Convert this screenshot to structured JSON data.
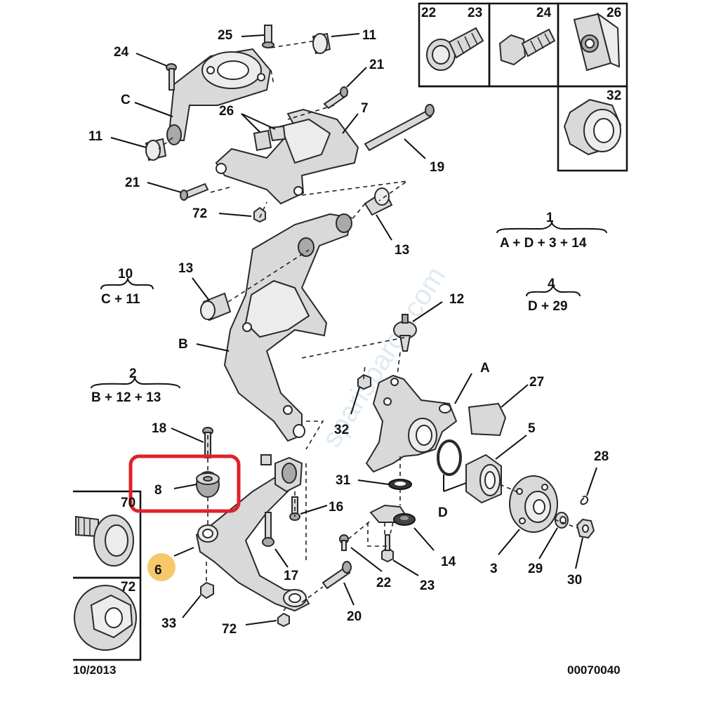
{
  "labels": {
    "l1": "1",
    "l2": "2",
    "l3": "3",
    "l4": "4",
    "l5": "5",
    "l6": "6",
    "l7": "7",
    "l8": "8",
    "l10": "10",
    "l11a": "11",
    "l11b": "11",
    "l12": "12",
    "l13a": "13",
    "l13b": "13",
    "l14": "14",
    "l16": "16",
    "l17": "17",
    "l18": "18",
    "l19": "19",
    "l20": "20",
    "l21a": "21",
    "l21b": "21",
    "l22a": "22",
    "l22b": "22",
    "l23a": "23",
    "l23b": "23",
    "l24a": "24",
    "l24b": "24",
    "l25": "25",
    "l26a": "26",
    "l26b": "26",
    "l27": "27",
    "l28": "28",
    "l29": "29",
    "l30": "30",
    "l31": "31",
    "l32a": "32",
    "l32b": "32",
    "l33": "33",
    "l70": "70",
    "l72a": "72",
    "l72b": "72",
    "l72c": "72",
    "lA": "A",
    "lB": "B",
    "lC": "C",
    "lD": "D"
  },
  "formulas": {
    "f1": "A + D + 3 + 14",
    "f2": "B + 12 + 13",
    "f4": "D + 29",
    "f10": "C + 11"
  },
  "footer": {
    "date": "10/2013",
    "reference": "00070040"
  },
  "watermark": "sparisparca.com",
  "colors": {
    "highlight_box": "#e0212b",
    "highlight_marker": "#f6c86b"
  }
}
